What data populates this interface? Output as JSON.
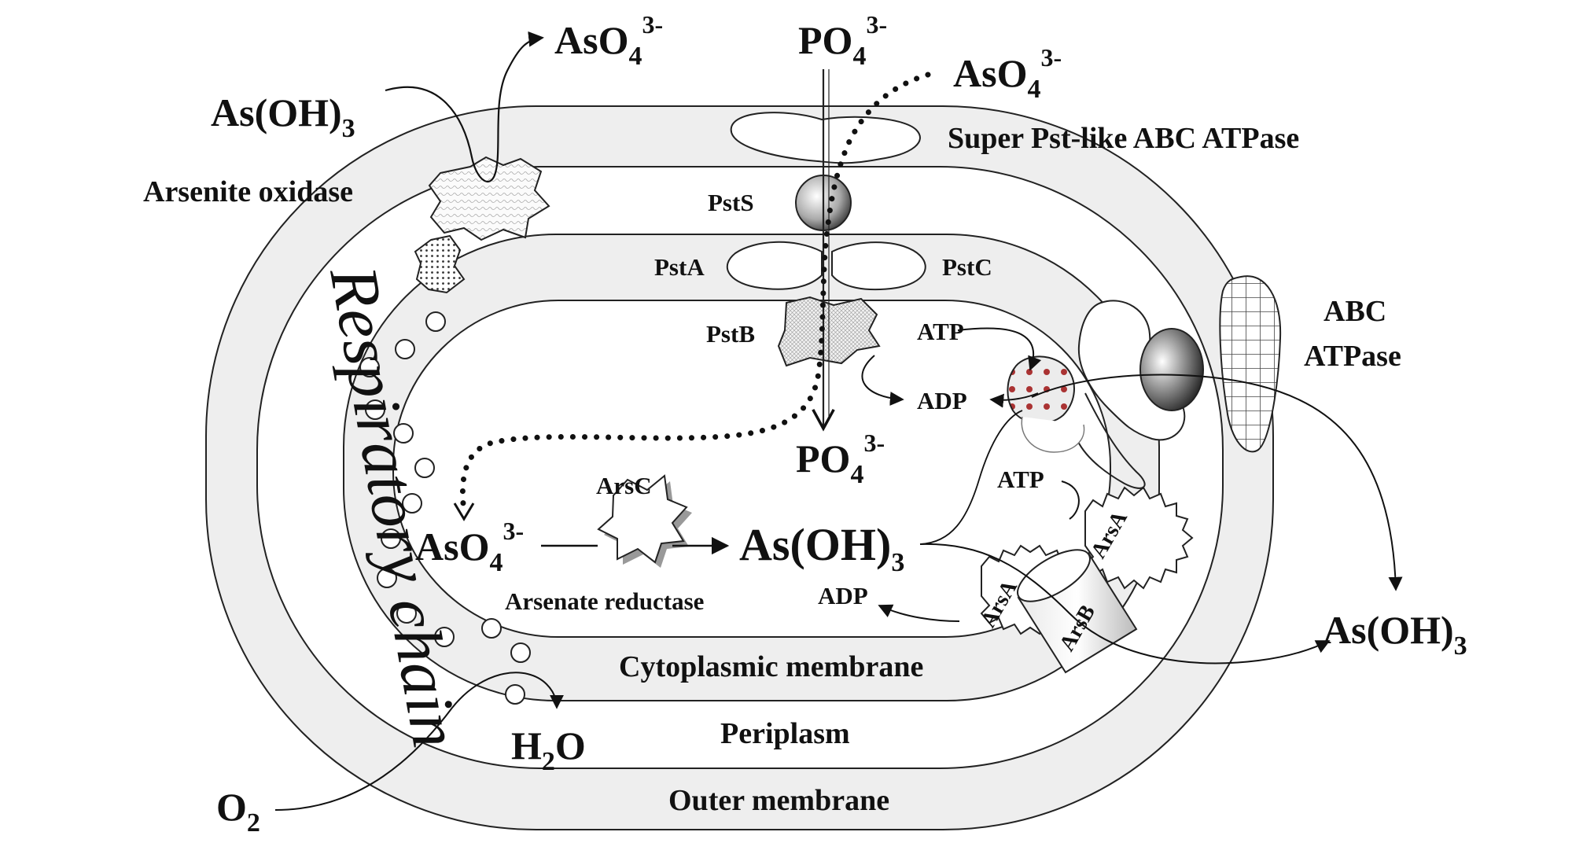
{
  "labels": {
    "asoh3_top_base": "As(OH)",
    "asoh3_top_sub": "3",
    "aso4_top_base": "AsO",
    "aso4_top_sub": "4",
    "aso4_top_sup": "3-",
    "po4_top_base": "PO",
    "po4_top_sub": "4",
    "po4_top_sup": "3-",
    "aso4_right_base": "AsO",
    "aso4_right_sub": "4",
    "aso4_right_sup": "3-",
    "super_pst": "Super Pst-like ABC ATPase",
    "arsenite_oxidase": "Arsenite oxidase",
    "pstS": "PstS",
    "pstA": "PstA",
    "pstC": "PstC",
    "pstB": "PstB",
    "atp_upper": "ATP",
    "adp_upper": "ADP",
    "abc": "ABC",
    "atpase": "ATPase",
    "po4_mid_base": "PO",
    "po4_mid_sub": "4",
    "po4_mid_sup": "3-",
    "arsC": "ArsC",
    "aso4_mid_base": "AsO",
    "aso4_mid_sub": "4",
    "aso4_mid_sup": "3-",
    "asoh3_mid_base": "As(OH)",
    "asoh3_mid_sub": "3",
    "arsenate_reductase": "Arsenate reductase",
    "atp_lower": "ATP",
    "adp_lower": "ADP",
    "arsA_1": "ArsA",
    "arsA_2": "ArsA",
    "arsB": "ArsB",
    "asoh3_right_base": "As(OH)",
    "asoh3_right_sub": "3",
    "respiratory_chain": "Respiratory chain",
    "cytoplasmic_membrane": "Cytoplasmic membrane",
    "h2o_base_h": "H",
    "h2o_sub": "2",
    "h2o_base_o": "O",
    "periplasm": "Periplasm",
    "o2_base": "O",
    "o2_sub": "2",
    "outer_membrane": "Outer membrane"
  },
  "colors": {
    "membrane_fill": "#eeeeee",
    "stroke": "#222222",
    "background": "#ffffff"
  }
}
